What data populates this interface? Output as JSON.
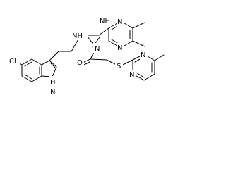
{
  "molecule": {
    "atoms": {
      "cl": "Cl",
      "indole_nh": "H",
      "indole_n": "N",
      "nh_left": "NH",
      "nh_right": "NH",
      "n_imine": "N",
      "o": "O",
      "s": "S",
      "pyr_top_n1": "N",
      "pyr_top_n2": "N",
      "pyr_bottom_n1": "N",
      "pyr_bottom_n2": "N"
    }
  },
  "colors": {
    "bond": "#000000",
    "background": "#ffffff"
  }
}
